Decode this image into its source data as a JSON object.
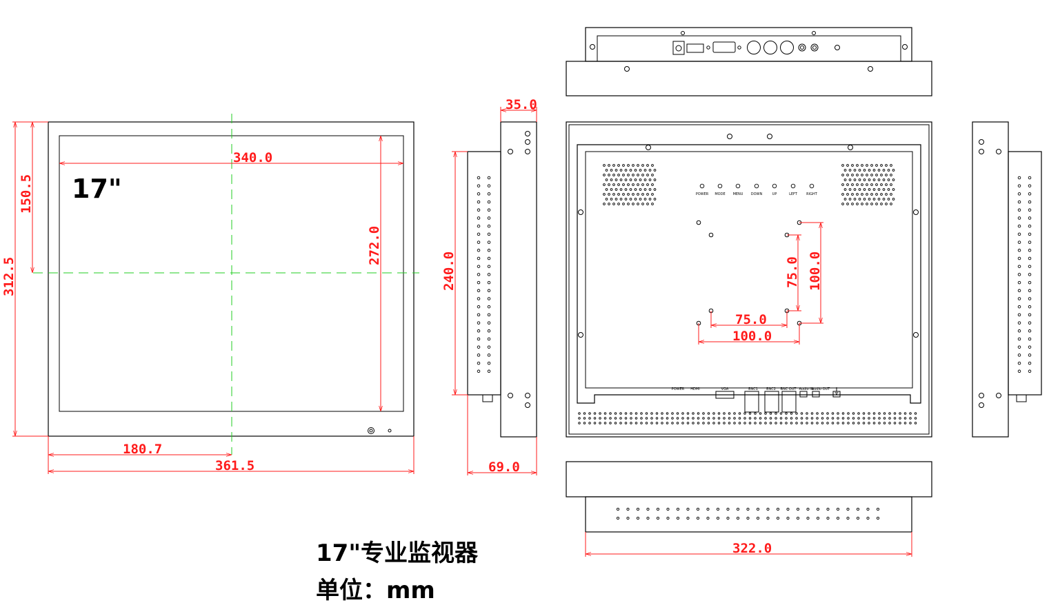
{
  "screen_size_label": "17\"",
  "title": "17\"专业监视器",
  "units": "单位：mm",
  "dimensions": {
    "front_width_inner": "340.0",
    "front_height_inner": "272.0",
    "front_total_height": "312.5",
    "front_half_height": "150.5",
    "front_half_width": "180.7",
    "front_total_width": "361.5",
    "side_depth_top": "35.0",
    "side_panel_height": "240.0",
    "side_total_depth": "69.0",
    "vesa_75_h": "75.0",
    "vesa_75_v": "75.0",
    "vesa_100_h": "100.0",
    "vesa_100_v": "100.0",
    "bottom_width": "322.0"
  },
  "button_labels": [
    "POWER",
    "MODE",
    "MENU",
    "DOWN",
    "UP",
    "LEFT",
    "RIGHT"
  ],
  "port_labels": [
    "POWER",
    "HDMI",
    "VGA",
    "BNC1",
    "BNC2",
    "BNC OUT",
    "Audio IN",
    "Audio OUT"
  ],
  "colors": {
    "dimension": "#ff1a1a",
    "centerline": "#22cc22",
    "outline": "#000000"
  }
}
